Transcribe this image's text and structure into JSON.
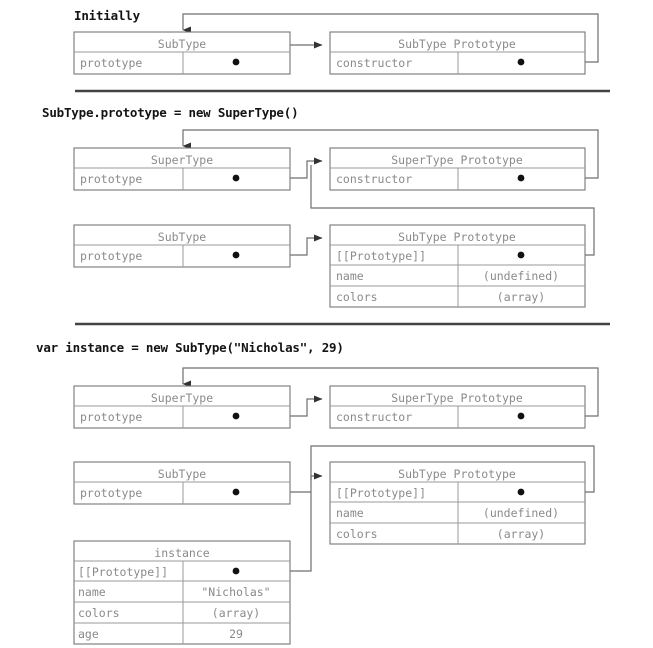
{
  "diagram": {
    "title_sections": [
      {
        "id": "initially",
        "label": "Initially"
      },
      {
        "id": "prototype-assign",
        "label": "SubType.prototype = new SuperType()"
      },
      {
        "id": "instance-create",
        "label": "var instance = new SubType(\"Nicholas\", 29)"
      }
    ],
    "colors": {
      "box_border": "#777777",
      "inner_line": "#9a9a9a",
      "wire": "#6f6f6f",
      "cell_text": "#8a8a8a",
      "label_text": "#141414",
      "rule": "#444444",
      "background": "#ffffff"
    },
    "sections": [
      {
        "id": "initially",
        "boxes": [
          {
            "id": "s1-subtype",
            "header": "SubType",
            "rows": [
              {
                "key": "prototype",
                "value": "",
                "pointer": true
              }
            ]
          },
          {
            "id": "s1-subtype-prototype",
            "header": "SubType Prototype",
            "rows": [
              {
                "key": "constructor",
                "value": "",
                "pointer": true
              }
            ]
          }
        ]
      },
      {
        "id": "prototype-assign",
        "boxes": [
          {
            "id": "s2-supertype",
            "header": "SuperType",
            "rows": [
              {
                "key": "prototype",
                "value": "",
                "pointer": true
              }
            ]
          },
          {
            "id": "s2-supertype-prototype",
            "header": "SuperType Prototype",
            "rows": [
              {
                "key": "constructor",
                "value": "",
                "pointer": true
              }
            ]
          },
          {
            "id": "s2-subtype",
            "header": "SubType",
            "rows": [
              {
                "key": "prototype",
                "value": "",
                "pointer": true
              }
            ]
          },
          {
            "id": "s2-subtype-prototype",
            "header": "SubType Prototype",
            "rows": [
              {
                "key": "[[Prototype]]",
                "value": "",
                "pointer": true
              },
              {
                "key": "name",
                "value": "(undefined)",
                "pointer": false
              },
              {
                "key": "colors",
                "value": "(array)",
                "pointer": false
              }
            ]
          }
        ]
      },
      {
        "id": "instance-create",
        "boxes": [
          {
            "id": "s3-supertype",
            "header": "SuperType",
            "rows": [
              {
                "key": "prototype",
                "value": "",
                "pointer": true
              }
            ]
          },
          {
            "id": "s3-supertype-prototype",
            "header": "SuperType Prototype",
            "rows": [
              {
                "key": "constructor",
                "value": "",
                "pointer": true
              }
            ]
          },
          {
            "id": "s3-subtype",
            "header": "SubType",
            "rows": [
              {
                "key": "prototype",
                "value": "",
                "pointer": true
              }
            ]
          },
          {
            "id": "s3-subtype-prototype",
            "header": "SubType Prototype",
            "rows": [
              {
                "key": "[[Prototype]]",
                "value": "",
                "pointer": true
              },
              {
                "key": "name",
                "value": "(undefined)",
                "pointer": false
              },
              {
                "key": "colors",
                "value": "(array)",
                "pointer": false
              }
            ]
          },
          {
            "id": "s3-instance",
            "header": "instance",
            "rows": [
              {
                "key": "[[Prototype]]",
                "value": "",
                "pointer": true
              },
              {
                "key": "name",
                "value": "\"Nicholas\"",
                "pointer": false
              },
              {
                "key": "colors",
                "value": "(array)",
                "pointer": false
              },
              {
                "key": "age",
                "value": "29",
                "pointer": false
              }
            ]
          }
        ]
      }
    ]
  }
}
